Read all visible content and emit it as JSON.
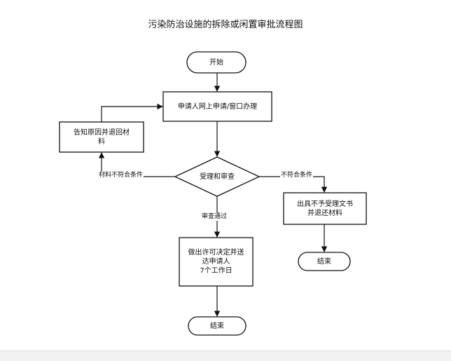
{
  "title": "污染防治设施的拆除或闲置审批流程图",
  "nodes": {
    "start": "开始",
    "apply": "申请人网上申请/窗口办理",
    "review": "受理和审查",
    "notify": [
      "告知原因并退回材",
      "料"
    ],
    "reject": [
      "出具不予受理文书",
      "并退还材料"
    ],
    "decision": [
      "做出许可决定并送",
      "达申请人",
      "7个工作日"
    ],
    "end_right": "结束",
    "end_bottom": "结束"
  },
  "edges": {
    "left_label": "材料不符合条件",
    "right_label": "不符合条件",
    "down_label": "审查通过"
  }
}
